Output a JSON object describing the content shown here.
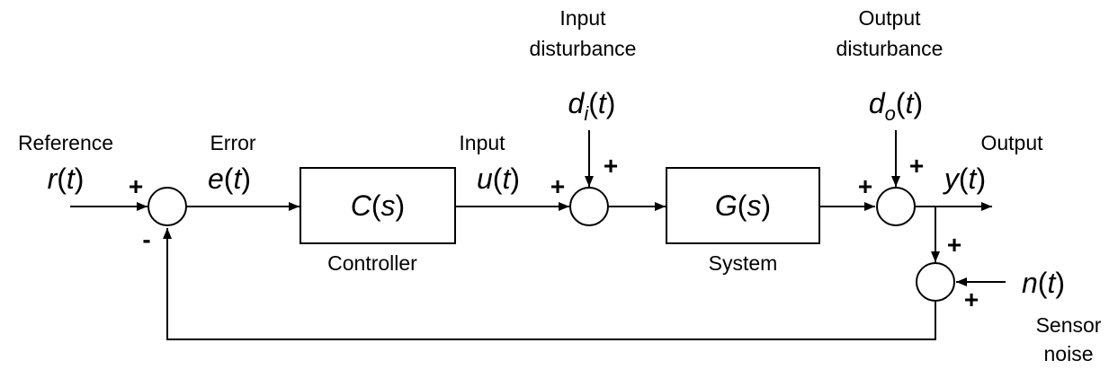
{
  "signals": {
    "reference": {
      "caption": "Reference",
      "var": "r",
      "open": "(",
      "arg": "t",
      "close": ")"
    },
    "error": {
      "caption": "Error",
      "var": "e",
      "open": "(",
      "arg": "t",
      "close": ")"
    },
    "input": {
      "caption": "Input",
      "var": "u",
      "open": "(",
      "arg": "t",
      "close": ")"
    },
    "input_disturbance": {
      "caption_line1": "Input",
      "caption_line2": "disturbance",
      "var": "d",
      "sub": "i",
      "open": "(",
      "arg": "t",
      "close": ")"
    },
    "output_disturbance": {
      "caption_line1": "Output",
      "caption_line2": "disturbance",
      "var": "d",
      "sub": "o",
      "open": "(",
      "arg": "t",
      "close": ")"
    },
    "output": {
      "caption": "Output",
      "var": "y",
      "open": "(",
      "arg": "t",
      "close": ")"
    },
    "sensor_noise": {
      "caption_line1": "Sensor",
      "caption_line2": "noise",
      "var": "n",
      "open": "(",
      "arg": "t",
      "close": ")"
    }
  },
  "blocks": {
    "controller": {
      "fn": "C",
      "open": "(",
      "arg": "s",
      "close": ")",
      "caption": "Controller"
    },
    "system": {
      "fn": "G",
      "open": "(",
      "arg": "s",
      "close": ")",
      "caption": "System"
    }
  },
  "signs": {
    "sum1_ref": "+",
    "sum1_feedback": "-",
    "sum2_input": "+",
    "sum2_disturbance": "+",
    "sum3_system": "+",
    "sum3_disturbance": "+",
    "sum4_output": "+",
    "sum4_noise": "+"
  }
}
